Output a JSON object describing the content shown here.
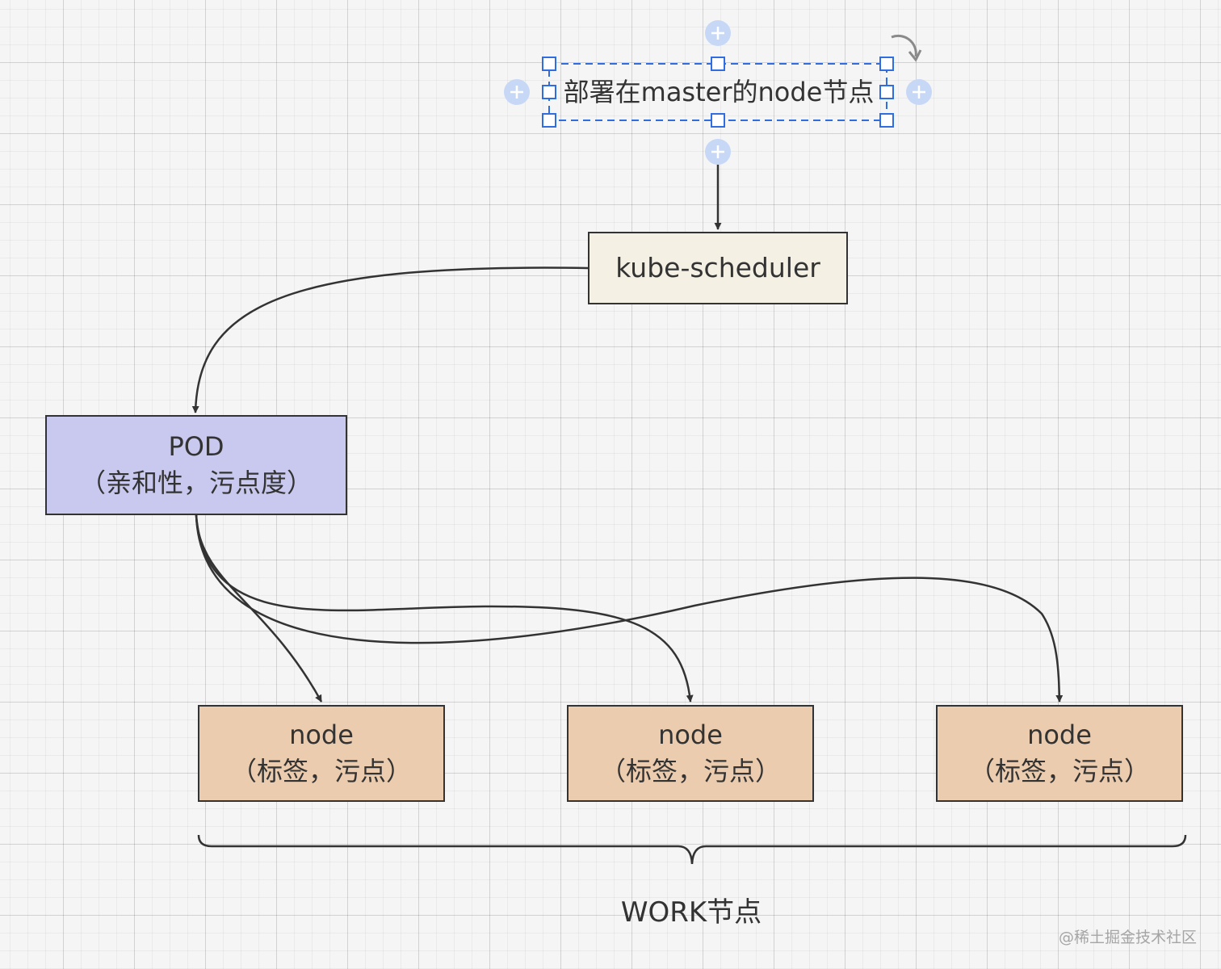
{
  "title_label": "部署在master的node节点",
  "scheduler": {
    "label": "kube-scheduler"
  },
  "pod": {
    "title": "POD",
    "subtitle": "（亲和性，污点度）"
  },
  "nodes": [
    {
      "title": "node",
      "subtitle": "（标签，污点）"
    },
    {
      "title": "node",
      "subtitle": "（标签，污点）"
    },
    {
      "title": "node",
      "subtitle": "（标签，污点）"
    }
  ],
  "group_label": "WORK节点",
  "watermark": "@稀土掘金技术社区",
  "colors": {
    "scheduler_fill": "#f4f1e4",
    "pod_fill": "#c9c9ef",
    "node_fill": "#ecccae",
    "stroke": "#333333",
    "selection": "#2f6de0",
    "handle_plus": "#c7d8f6"
  },
  "selection_state": {
    "selected_element": "title_label",
    "shows_rotate_handle": true,
    "shows_add_handles": true
  }
}
